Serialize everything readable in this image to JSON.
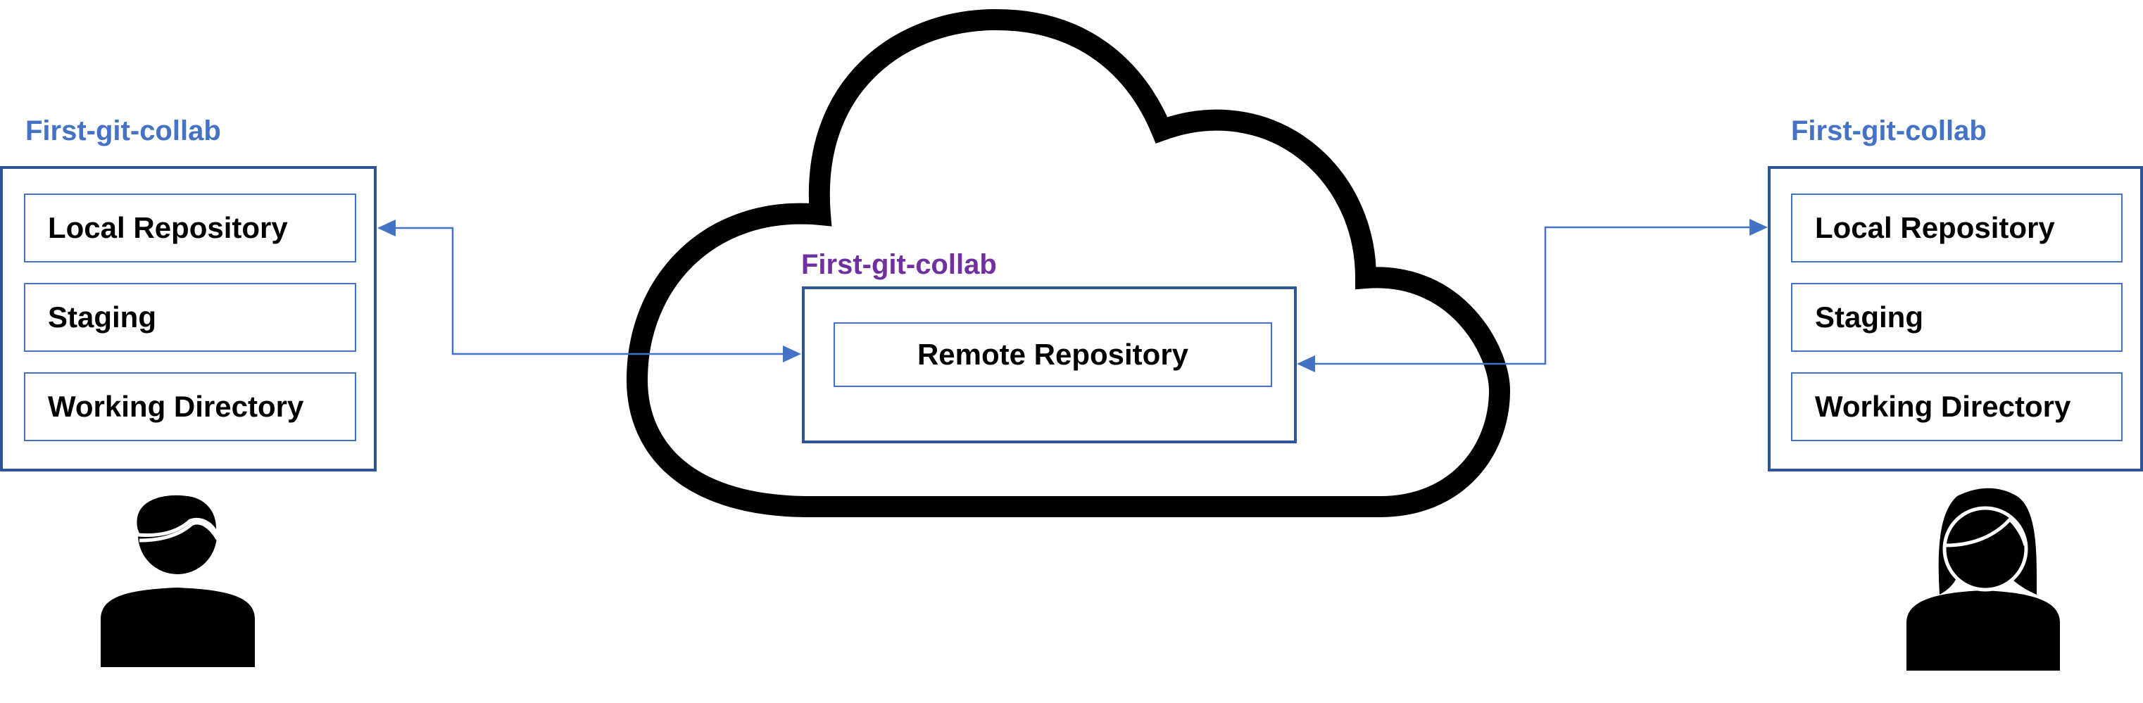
{
  "colors": {
    "repo_title": "#4472C4",
    "remote_title": "#7030A0",
    "frame_border": "#2F5597",
    "layer_border": "#4472C4",
    "arrow": "#4472C4",
    "cloud": "#000000",
    "person": "#000000"
  },
  "left_repo": {
    "title": "First-git-collab",
    "layers": [
      "Local Repository",
      "Staging",
      "Working Directory"
    ]
  },
  "remote_repo": {
    "title": "First-git-collab",
    "layer": "Remote Repository"
  },
  "right_repo": {
    "title": "First-git-collab",
    "layers": [
      "Local Repository",
      "Staging",
      "Working Directory"
    ]
  },
  "icons": {
    "left_user": "user-male-icon",
    "right_user": "user-female-icon",
    "cloud": "cloud-icon"
  }
}
